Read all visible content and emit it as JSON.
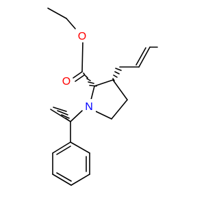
{
  "molecule": {
    "atoms": {
      "ester_o_single": {
        "symbol": "O",
        "color": "#ff0000"
      },
      "carbonyl_o": {
        "symbol": "O",
        "color": "#ff0000"
      },
      "ring_n": {
        "symbol": "N",
        "color": "#0000ff"
      }
    },
    "colors": {
      "bond": "#000000",
      "oxygen": "#ff0000",
      "nitrogen": "#0000ff",
      "background": "#ffffff"
    }
  }
}
